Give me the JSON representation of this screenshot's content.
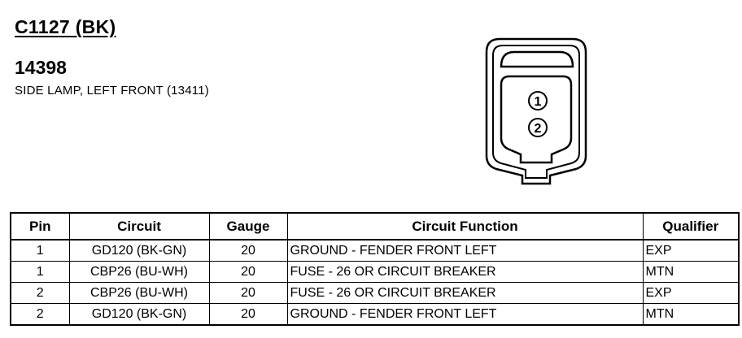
{
  "header": {
    "connector_id": "C1127 (BK)",
    "part_number": "14398",
    "description": "SIDE LAMP, LEFT FRONT (13411)"
  },
  "connector_diagram": {
    "pins": [
      "1",
      "2"
    ]
  },
  "table": {
    "columns": [
      "Pin",
      "Circuit",
      "Gauge",
      "Circuit Function",
      "Qualifier"
    ],
    "rows": [
      {
        "pin": "1",
        "circuit": "GD120 (BK-GN)",
        "gauge": "20",
        "function": "GROUND - FENDER FRONT LEFT",
        "qualifier": "EXP"
      },
      {
        "pin": "1",
        "circuit": "CBP26 (BU-WH)",
        "gauge": "20",
        "function": "FUSE - 26 OR CIRCUIT BREAKER",
        "qualifier": "MTN"
      },
      {
        "pin": "2",
        "circuit": "CBP26 (BU-WH)",
        "gauge": "20",
        "function": "FUSE - 26 OR CIRCUIT BREAKER",
        "qualifier": "EXP"
      },
      {
        "pin": "2",
        "circuit": "GD120 (BK-GN)",
        "gauge": "20",
        "function": "GROUND - FENDER FRONT LEFT",
        "qualifier": "MTN"
      }
    ]
  }
}
